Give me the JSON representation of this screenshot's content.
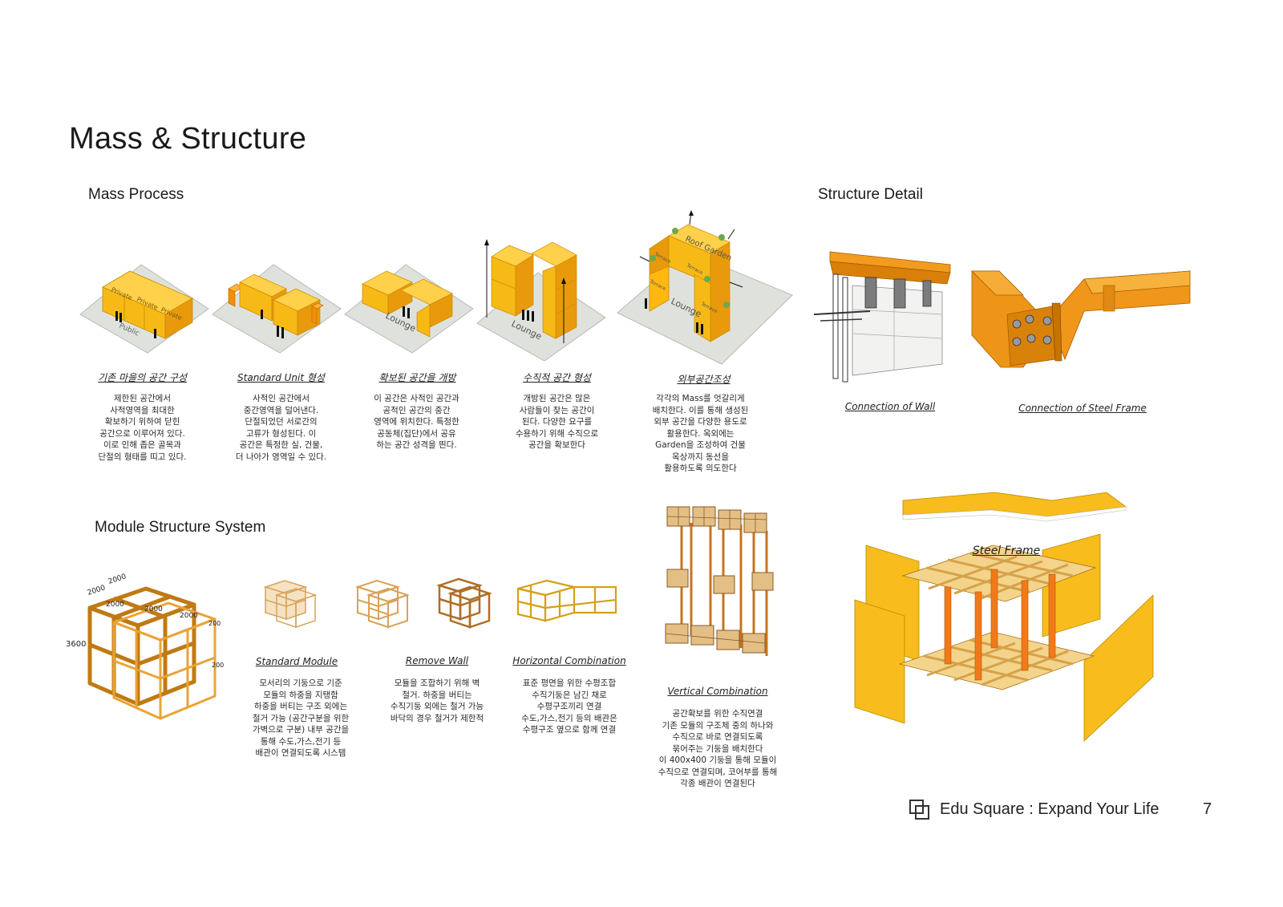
{
  "page": {
    "title": "Mass & Structure",
    "sections": {
      "mass_process": "Mass Process",
      "structure_detail": "Structure Detail",
      "module_structure": "Module Structure System"
    }
  },
  "mass_steps": [
    {
      "caption": "기존 마을의 공간 구성",
      "labels": [
        "Private",
        "Private",
        "Private",
        "Public"
      ],
      "text": "제한된 공간에서\n사적영역을 최대한\n확보하기 위하여 닫힌\n공간으로 이루어져 있다.\n이로 인해 좁은 골목과\n단절의 형태를 띠고 있다."
    },
    {
      "caption": "Standard Unit 형성",
      "text": "사적인 공간에서\n중간영역을 덜어낸다.\n단절되었던 서로간의\n고류가 형성된다. 이\n공간은 특정한 실, 건물,\n더 나아가 영역일 수 있다."
    },
    {
      "caption": "확보된 공간을 개방",
      "label": "Lounge",
      "text": "이 공간은 사적인 공간과\n공적인 공간의 중간\n영역에 위치한다. 특정한\n공동체(집단)에서 공유\n하는 공간 성격을 띈다."
    },
    {
      "caption": "수직적 공간 형성",
      "label": "Lounge",
      "text": "개방된 공간은 많은\n사람들이 찾는 공간이\n된다. 다양한 요구를\n수용하기 위해 수직으로\n공간을 확보한다"
    },
    {
      "caption": "외부공간조성",
      "labels": [
        "Roof Garden",
        "Terrace",
        "Terrace",
        "Terrace",
        "Terrace",
        "Lounge"
      ],
      "text": "각각의 Mass를 엇갈리게\n배치한다. 이를 통해 생성된\n외부 공간을 다양한 용도로\n활용한다. 옥외에는\nGarden을 조성하여 건물\n옥상까지 동선을\n활용하도록  의도한다"
    }
  ],
  "structure_detail": {
    "wall_caption": "Connection of Wall",
    "frame_caption": "Connection of Steel Frame",
    "steel_frame_caption": "Steel Frame"
  },
  "module_steps": [
    {
      "caption": "Standard Module",
      "text": "모서리의 기둥으로 기준\n모듈의 하중을 지탱함\n하중을 버티는 구조 외에는\n철거 가능 (공간구분을 위한\n가벽으로 구분) 내부 공간을\n통해 수도,가스,전기 등\n배관이 연결되도록 시스템"
    },
    {
      "caption": "Remove Wall",
      "text": "모듈을 조합하기 위해 벽\n철거. 하중을 버티는\n수직기둥 외에는 철거 가능\n바닥의 경우 철거가 제한적"
    },
    {
      "caption": "Horizontal Combination",
      "text": "표준 평면을 위한 수평조합\n수직기둥은 남긴 채로\n수평구조끼리 연결\n수도,가스,전기 등의 배관은\n수평구조 옆으로 함께 연결"
    },
    {
      "caption": "Vertical Combination",
      "text": "공간확보를 위한 수직연결\n기존 모듈의 구조체 중의 하나와\n수직으로 바로 연결되도록\n묶어주는 기둥을 배치한다\n이 400x400 기둥을 통해 모듈이\n수직으로 연결되며, 코어부를 통해\n각종 배관이 연결된다"
    }
  ],
  "module_dimensions": [
    "2000",
    "2000",
    "2000",
    "2000",
    "2000",
    "3600",
    "200",
    "200"
  ],
  "footer": {
    "project": "Edu Square : Expand Your Life",
    "page_number": "7",
    "logo_icon": "overlapping-squares-icon"
  },
  "colors": {
    "mass_yellow": "#f7b916",
    "mass_dark": "#e89a0c",
    "ground": "#dfe2dc",
    "steel_orange": "#f0961a",
    "frame_wood": "#e9a436",
    "panel_yellow": "#f8bc1d"
  }
}
